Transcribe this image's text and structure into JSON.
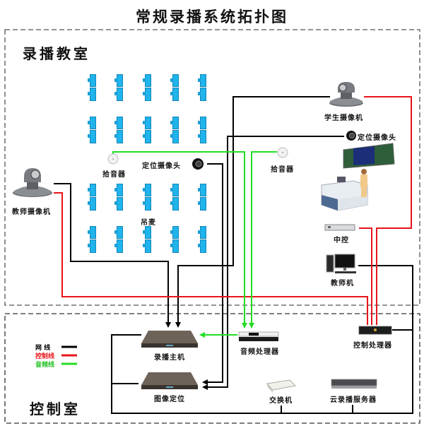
{
  "title": "常规录播系统拓扑图",
  "rooms": {
    "classroom": "录播教室",
    "control_room": "控制室"
  },
  "devices": {
    "teacher_camera": "教师摄像机",
    "student_camera": "学生摄像机",
    "locating_camera_mid": "定位摄像头",
    "locating_camera_right": "定位摄像头",
    "pickup_left": "拾音器",
    "pickup_right": "拾音器",
    "hanging_mic": "吊麦",
    "central_control": "中控",
    "teacher_pc": "教师机",
    "recording_host": "录播主机",
    "image_locating": "图像定位",
    "audio_processor": "音频处理器",
    "control_processor": "控制处理器",
    "switch": "交换机",
    "cloud_server": "云录播服务器"
  },
  "legend": [
    {
      "label": "网  线",
      "color": "#000000"
    },
    {
      "label": "控制线",
      "color": "#e8141b"
    },
    {
      "label": "音频线",
      "color": "#22dd22"
    }
  ],
  "colors": {
    "network": "#000000",
    "control": "#e8141b",
    "audio": "#22dd22",
    "desk": "#1fb4ec"
  }
}
